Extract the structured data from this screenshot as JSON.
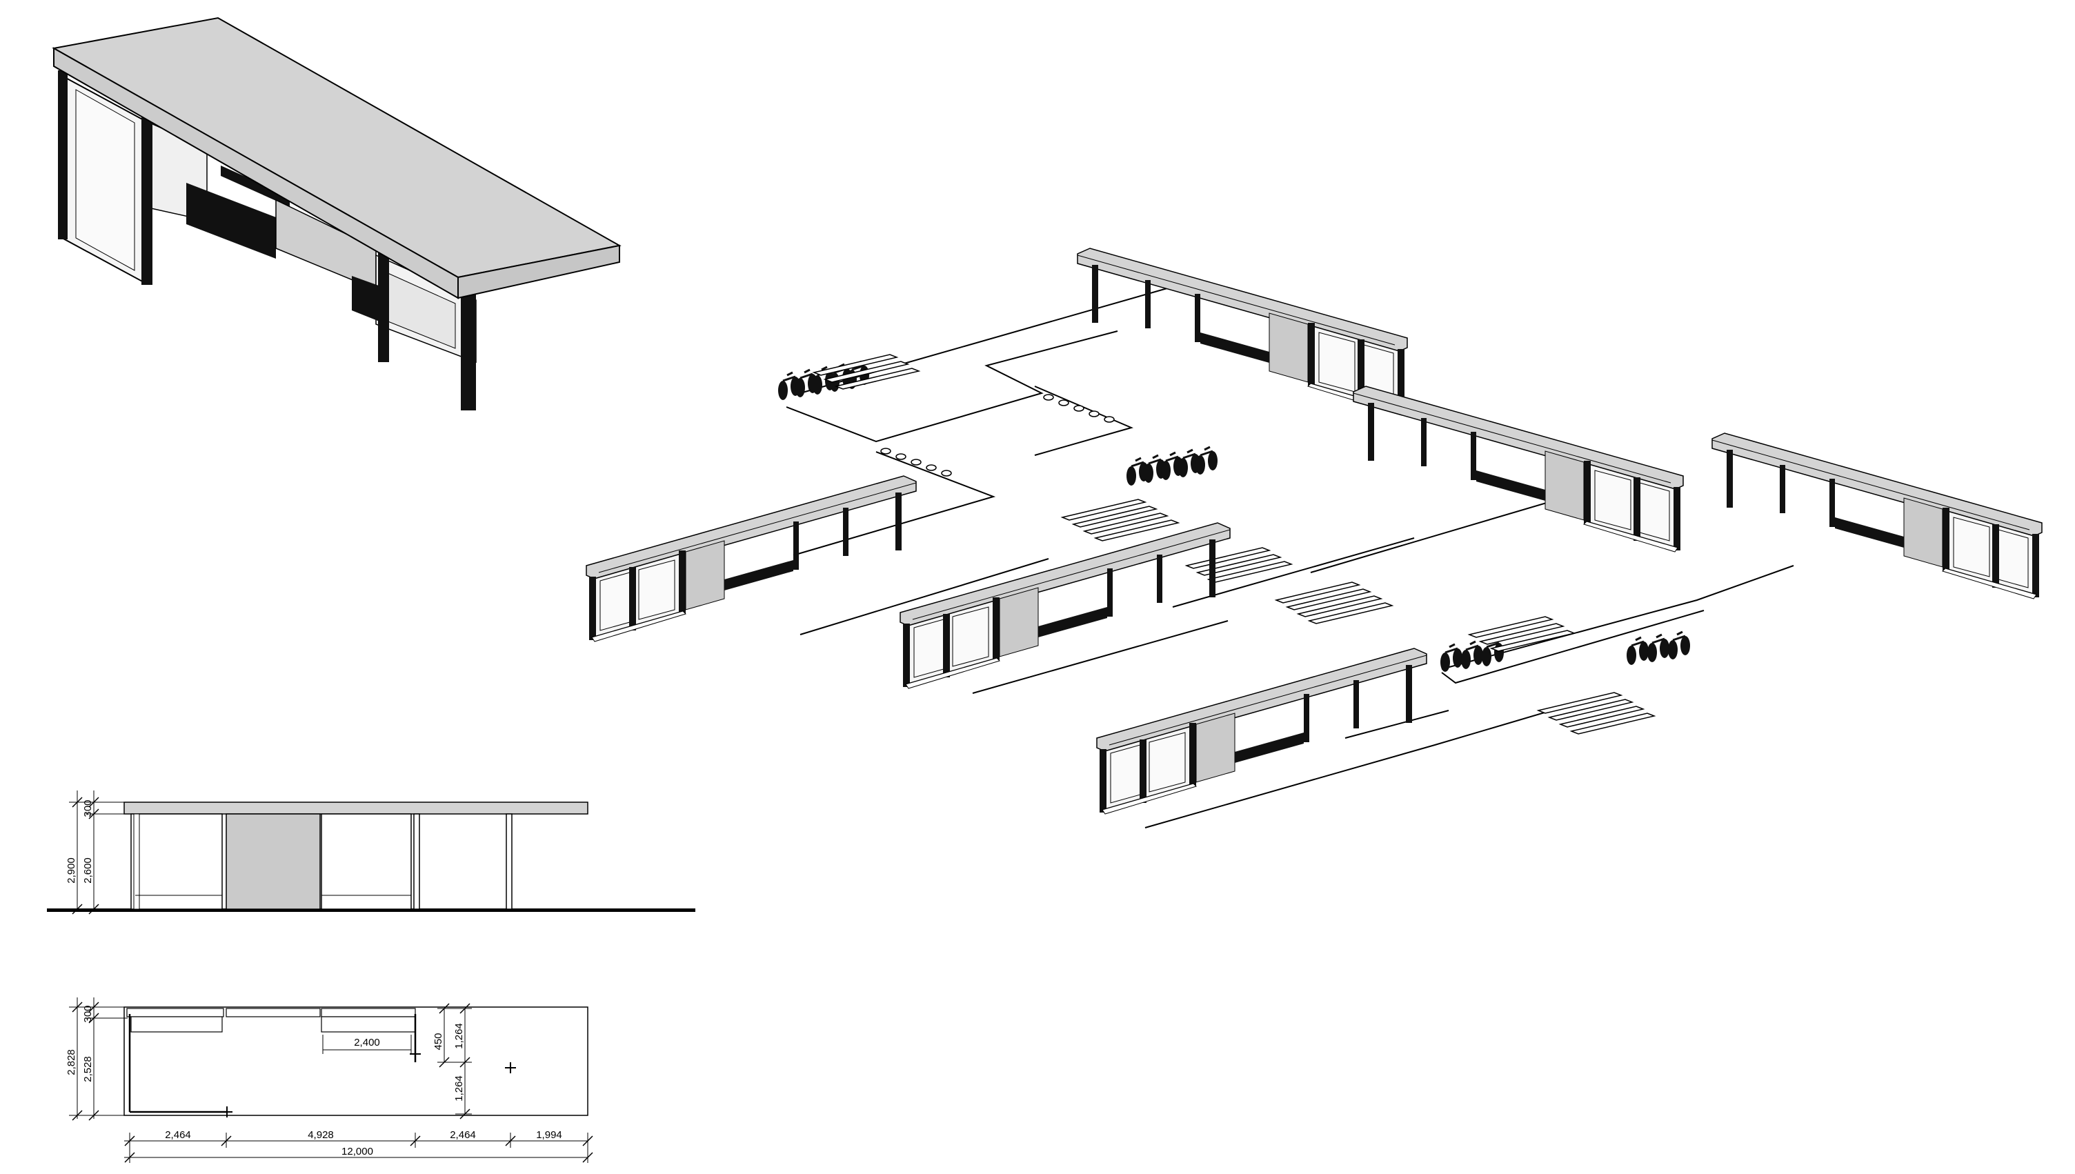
{
  "elevation": {
    "dims": [
      {
        "id": "total_height",
        "text": "2,900"
      },
      {
        "id": "canopy",
        "text": "300"
      },
      {
        "id": "clear_height",
        "text": "2,600"
      }
    ]
  },
  "plan": {
    "dims": [
      {
        "id": "depth_total",
        "text": "2,828"
      },
      {
        "id": "depth_top",
        "text": "300"
      },
      {
        "id": "depth_main",
        "text": "2,528"
      },
      {
        "id": "bench",
        "text": "2,400"
      },
      {
        "id": "offset",
        "text": "450"
      },
      {
        "id": "half_top",
        "text": "1,264"
      },
      {
        "id": "half_bottom",
        "text": "1,264"
      }
    ],
    "bottom_dims": [
      {
        "id": "seg1",
        "text": "2,464"
      },
      {
        "id": "seg2",
        "text": "4,928"
      },
      {
        "id": "seg3",
        "text": "2,464"
      },
      {
        "id": "seg4",
        "text": "1,994"
      }
    ],
    "total_length": "12,000"
  },
  "colors": {
    "roof": "#d3d3d3",
    "wall": "#c9c9c9",
    "glass": "#f4f4f4",
    "structure": "#111111",
    "line": "#000000"
  },
  "icons": [
    "bicycle-icon",
    "crossing-stripes",
    "bollard-icon"
  ]
}
